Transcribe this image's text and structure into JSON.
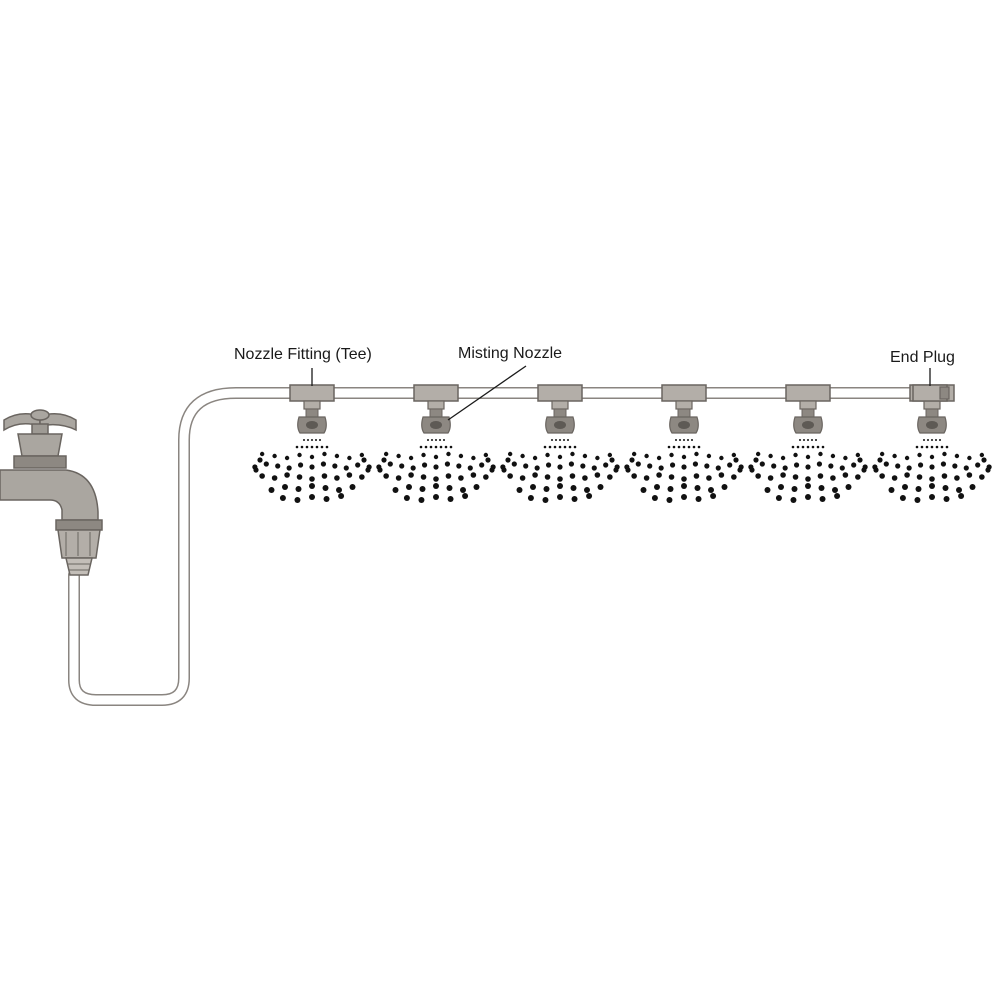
{
  "labels": {
    "nozzle_fitting": "Nozzle Fitting (Tee)",
    "misting_nozzle": "Misting Nozzle",
    "end_plug": "End Plug"
  },
  "icons": {
    "faucet": "faucet-icon",
    "tee": "tee-fitting-icon",
    "nozzle": "misting-nozzle-icon",
    "plug": "end-plug-icon"
  },
  "colors": {
    "tube_stroke": "#8a8580",
    "fitting_fill": "#b3aea8",
    "fitting_stroke": "#6a6560",
    "faucet_fill": "#aaa6a0",
    "faucet_dark": "#7a7570",
    "nozzle_fill": "#8d8882",
    "spray": "#111111"
  },
  "nozzle_count": 6
}
